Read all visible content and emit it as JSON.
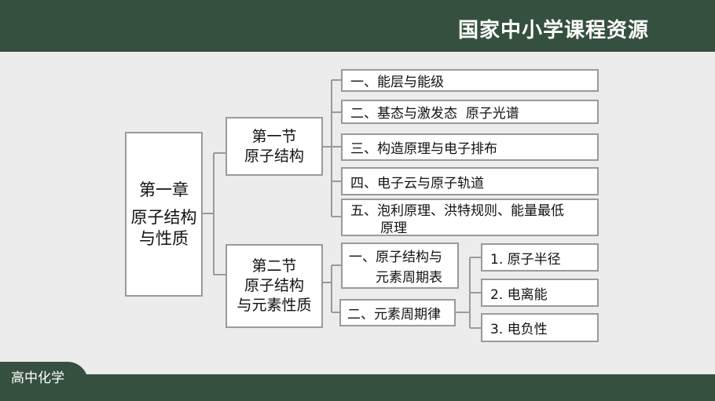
{
  "header": {
    "title": "国家中小学课程资源"
  },
  "footer": {
    "subject": "高中化学"
  },
  "diagram": {
    "root": {
      "line1": "第一章",
      "line2": "原子结构",
      "line3": "与性质"
    },
    "section1": {
      "line1": "第一节",
      "line2": "原子结构",
      "items": [
        "一、能层与能级",
        "二、基态与激发态  原子光谱",
        "三、构造原理与电子排布",
        "四、电子云与原子轨道"
      ],
      "item5_line1": "五、泡利原理、洪特规则、能量最低",
      "item5_line2": "原理"
    },
    "section2": {
      "line1": "第二节",
      "line2": "原子结构",
      "line3": "与元素性质",
      "item1_line1": "一、原子结构与",
      "item1_line2": "元素周期表",
      "item2": "二、元素周期律",
      "sub_items": [
        "1. 原子半径",
        "2. 电离能",
        "3. 电负性"
      ]
    }
  }
}
